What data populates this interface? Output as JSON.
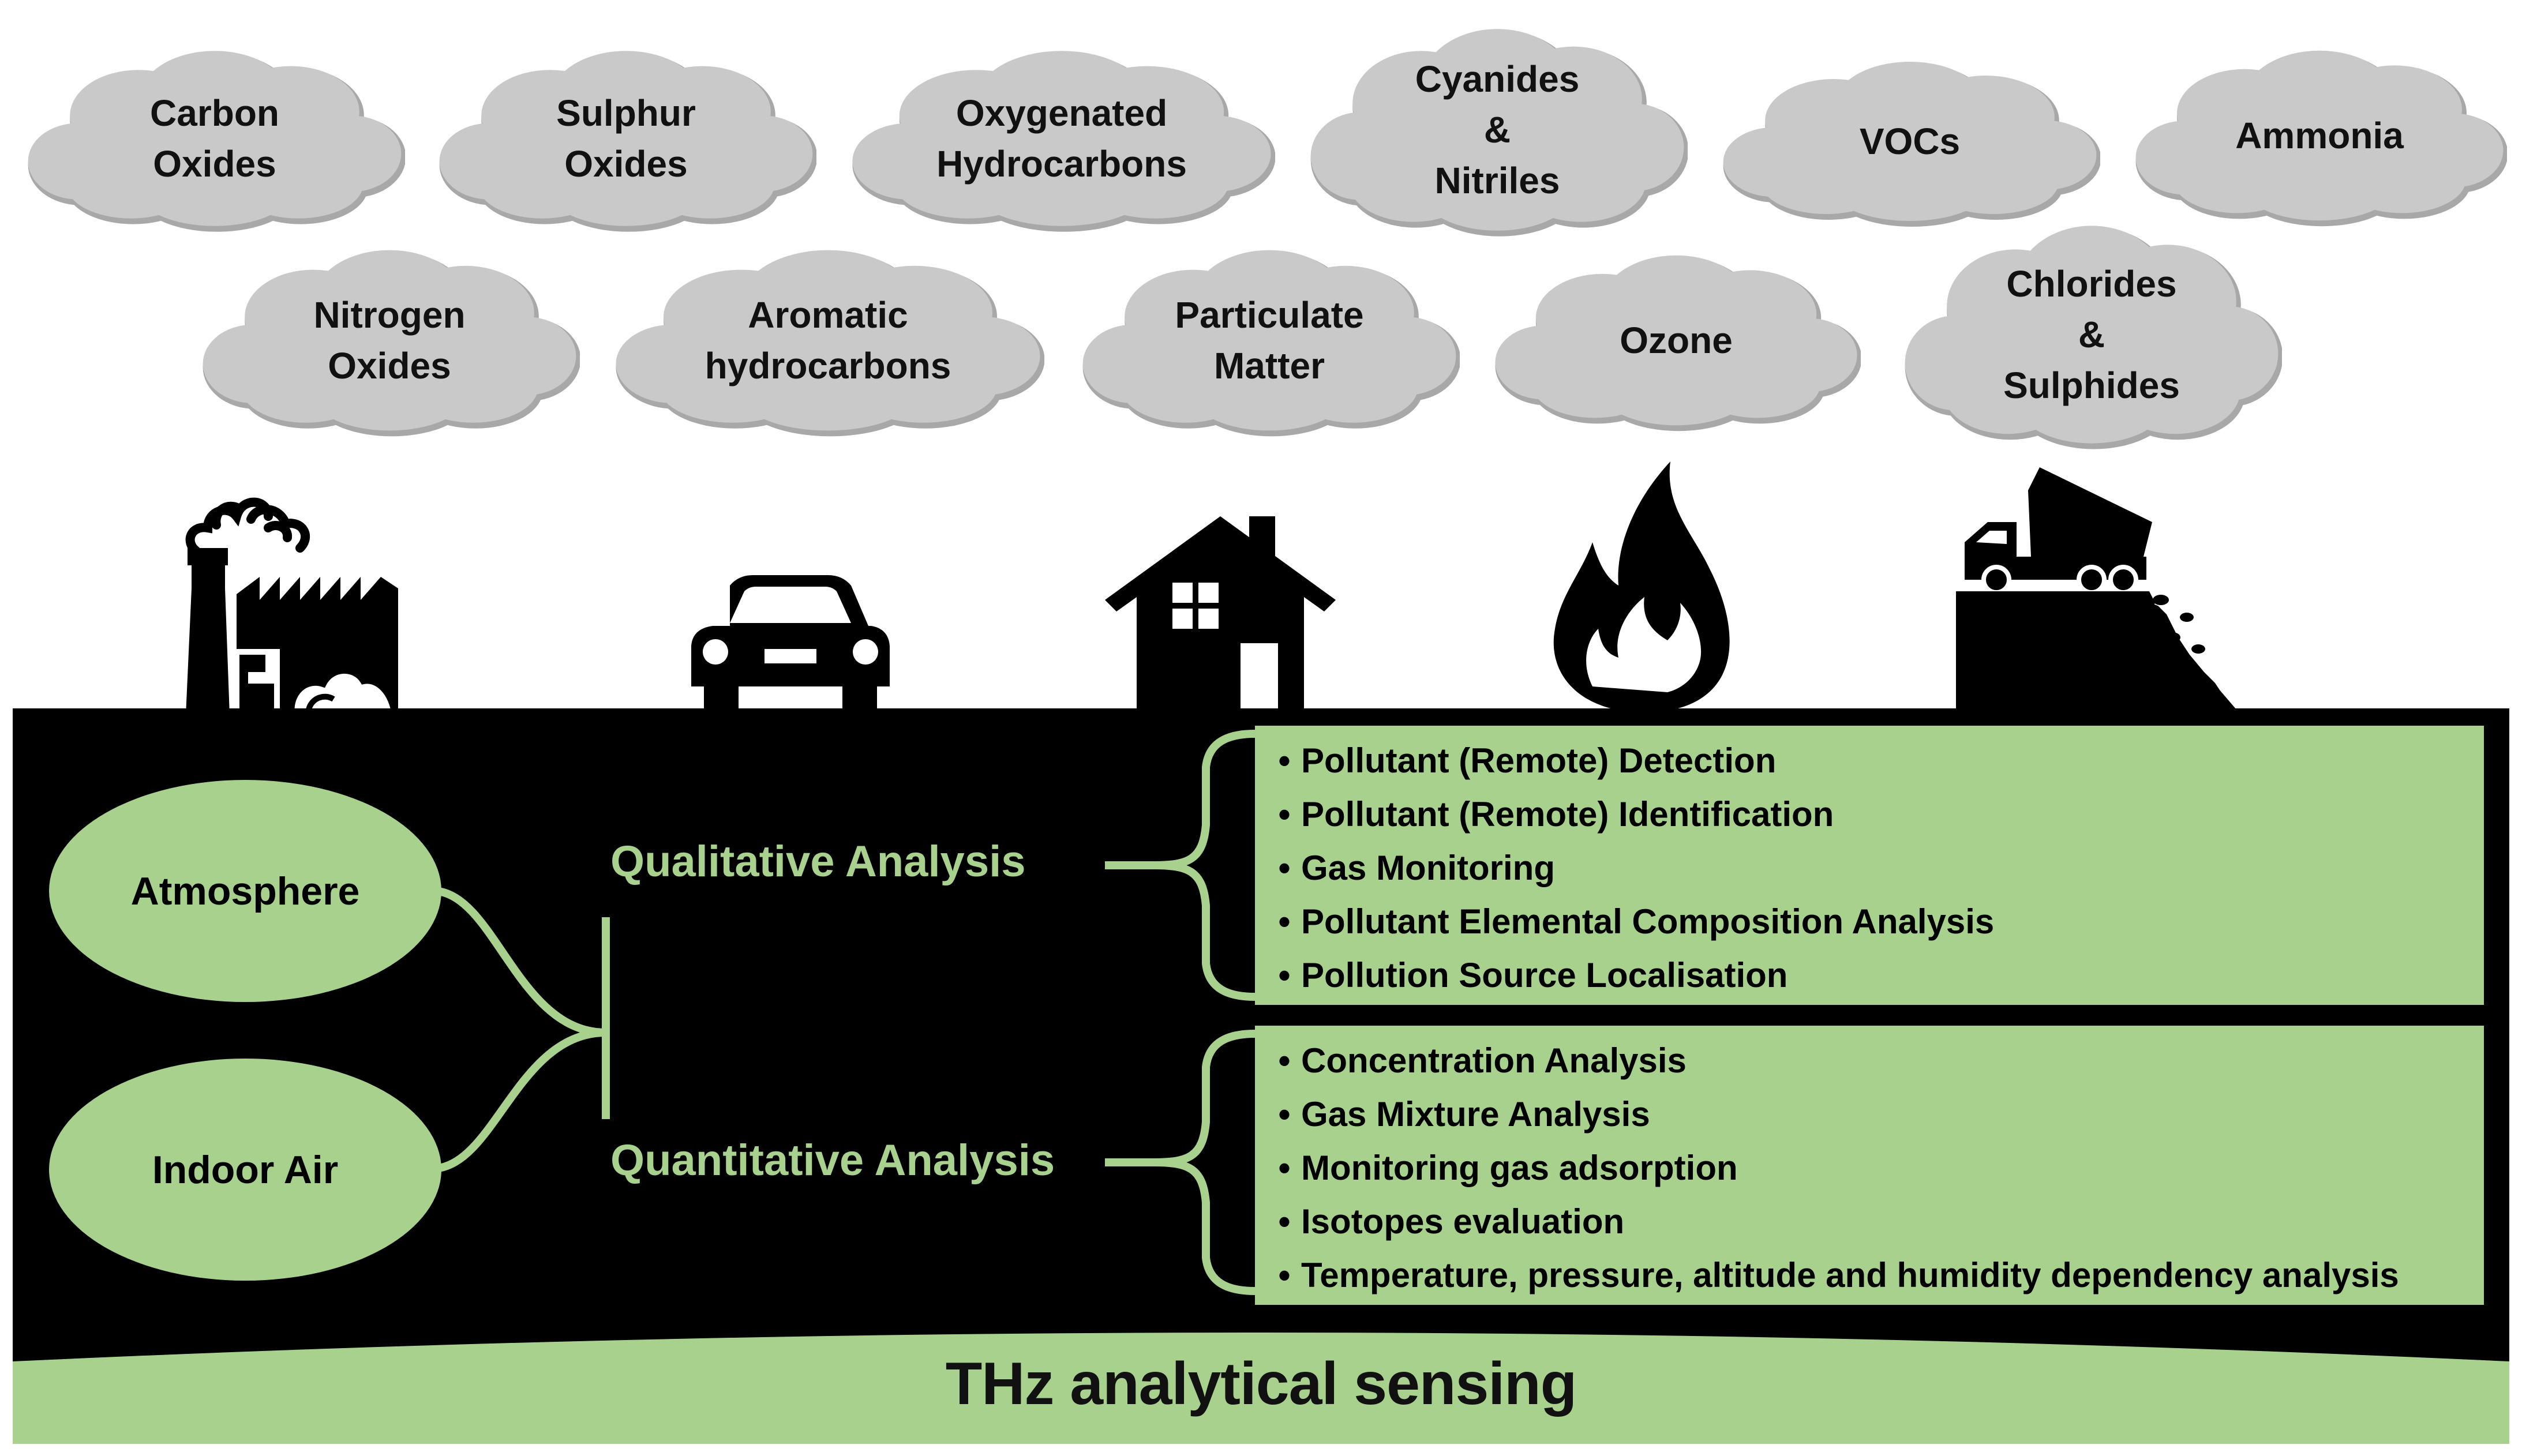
{
  "pollutants": {
    "row1": [
      [
        "Carbon",
        "Oxides"
      ],
      [
        "Sulphur",
        "Oxides"
      ],
      [
        "Oxygenated",
        "Hydrocarbons"
      ],
      [
        "Cyanides",
        "&",
        "Nitriles"
      ],
      [
        "VOCs"
      ],
      [
        "Ammonia"
      ]
    ],
    "row2": [
      [
        "Nitrogen",
        "Oxides"
      ],
      [
        "Aromatic",
        "hydrocarbons"
      ],
      [
        "Particulate",
        "Matter"
      ],
      [
        "Ozone"
      ],
      [
        "Chlorides",
        "&",
        "Sulphides"
      ]
    ]
  },
  "sources": {
    "icons": [
      "factory-icon",
      "car-icon",
      "house-icon",
      "fire-icon",
      "dump-truck-icon"
    ]
  },
  "matrices": {
    "atmosphere": "Atmosphere",
    "indoor": "Indoor Air"
  },
  "analysis": {
    "qualitative": {
      "label": "Qualitative Analysis",
      "items": [
        "Pollutant (Remote) Detection",
        "Pollutant (Remote) Identification",
        "Gas Monitoring",
        "Pollutant Elemental Composition Analysis",
        "Pollution Source Localisation"
      ]
    },
    "quantitative": {
      "label": "Quantitative Analysis",
      "items": [
        "Concentration Analysis",
        "Gas Mixture Analysis",
        "Monitoring gas adsorption",
        "Isotopes evaluation",
        "Temperature, pressure, altitude and humidity dependency analysis"
      ]
    }
  },
  "footer": {
    "label": "THz analytical sensing"
  },
  "colors": {
    "green": "#a9d18e",
    "cloud": "#c9c9c9",
    "cloud_edge": "#a8a8a8",
    "ground": "#000000"
  }
}
